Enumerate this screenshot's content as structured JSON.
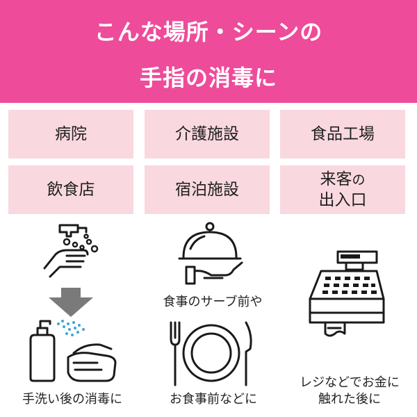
{
  "header": {
    "line1": "こんな場所・シーンの",
    "line2": "手指の消毒に"
  },
  "places": {
    "hospital": "病院",
    "care": "介護施設",
    "food_factory": "食品工場",
    "restaurant": "飲食店",
    "lodging": "宿泊施設",
    "entrance_line1": "来客",
    "entrance_no": "の",
    "entrance_line2": "出入口"
  },
  "captions": {
    "hand_wash": "手洗い後の消毒に",
    "serve": "食事のサーブ前や",
    "before_meal": "お食事前などに",
    "register_line1": "レジなどでお金に",
    "register_line2": "触れた後に"
  },
  "colors": {
    "header_bg": "#ee4b9a",
    "tile_bg": "#f9d8df",
    "arrow": "#7a7a7a",
    "spray": "#3aa6d6"
  },
  "icons": [
    "hand-wash-icon",
    "down-arrow-icon",
    "sanitizer-spray-icon",
    "cloche-serving-icon",
    "plate-cutlery-icon",
    "cash-register-icon"
  ]
}
